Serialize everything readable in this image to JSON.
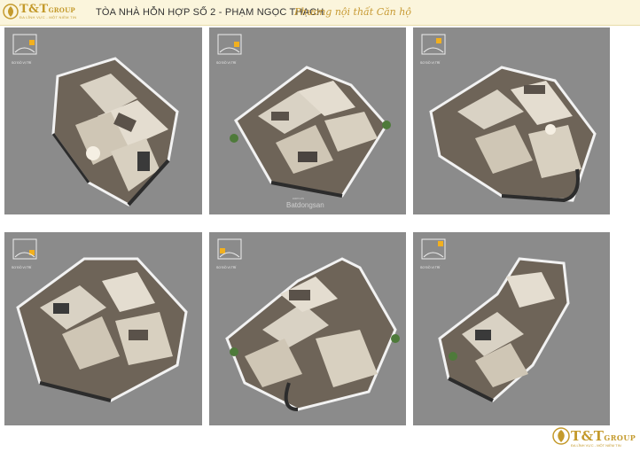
{
  "header": {
    "logo_name": "T&T",
    "logo_suffix": "GROUP",
    "logo_tagline": "ĐA LĨNH VỰC - MỘT NIỀM TIN",
    "title": "TÒA NHÀ HỖN HỢP SỐ 2 - PHẠM NGỌC THẠCH",
    "subtitle": "Phương nội thất Căn hộ"
  },
  "panels": [
    {
      "key_label": "SƠ ĐỒ VỊ TRÍ"
    },
    {
      "key_label": "SƠ ĐỒ VỊ TRÍ"
    },
    {
      "key_label": "SƠ ĐỒ VỊ TRÍ"
    },
    {
      "key_label": "SƠ ĐỒ VỊ TRÍ"
    },
    {
      "key_label": "SƠ ĐỒ VỊ TRÍ"
    },
    {
      "key_label": "SƠ ĐỒ VỊ TRÍ"
    }
  ],
  "watermark": {
    "main": "Batdongsan",
    "small": "com.vn"
  },
  "footer_logo": {
    "name": "T&T",
    "suffix": "GROUP",
    "tagline": "ĐA LĨNH VỰC - MỘT NIỀM TIN"
  },
  "colors": {
    "gold": "#c49a2c",
    "panel_gray": "#8b8b8b",
    "header_bg": "#fbf5dc"
  }
}
